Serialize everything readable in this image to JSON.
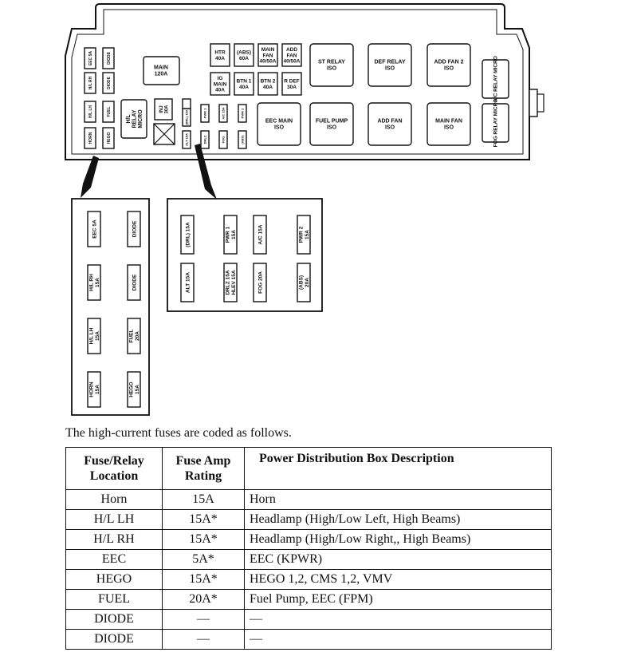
{
  "diagram": {
    "main_box": {
      "main_fuse": [
        "MAIN",
        "120A"
      ],
      "left_column_labels": [
        "EEC 5A",
        "DIODE",
        "H/L RH",
        "DIODE",
        "H/L LH",
        "FUEL",
        "HORN",
        "HEGO"
      ],
      "hl_relay": [
        "H/L",
        "RELAY",
        "MICRO"
      ],
      "inj": [
        "INJ",
        "30A"
      ],
      "small_fuses_top_row": [
        [
          "HTR",
          "40A"
        ],
        [
          "(ABS)",
          "60A"
        ],
        [
          "MAIN",
          "FAN",
          "40/50A"
        ],
        [
          "ADD",
          "FAN",
          "40/50A"
        ]
      ],
      "small_fuses_bottom_row": [
        [
          "IG",
          "MAIN",
          "40A"
        ],
        [
          "BTN 1",
          "40A"
        ],
        [
          "BTN 2",
          "40A"
        ],
        [
          "R DEF",
          "30A"
        ]
      ],
      "relays_top": [
        [
          "ST RELAY",
          "ISO"
        ],
        [
          "DEF RELAY",
          "ISO"
        ],
        [
          "ADD FAN 2",
          "ISO"
        ]
      ],
      "relays_bottom": [
        [
          "EEC MAIN",
          "ISO"
        ],
        [
          "FUEL PUMP",
          "ISO"
        ],
        [
          "ADD FAN",
          "ISO"
        ],
        [
          "MAIN FAN",
          "ISO"
        ]
      ],
      "side_relays": [
        "A/C RELAY MICRO",
        "FOG RELAY MICRO"
      ],
      "center_small_labels": [
        "(DRL) 15A",
        "PWR 1",
        "A/C 15A",
        "PWR 2",
        "ALT 15A",
        "DRLZ",
        "FOG",
        "(ABS)"
      ]
    },
    "detail_left": [
      [
        [
          "EEC 5A"
        ],
        [
          "DIODE"
        ]
      ],
      [
        [
          "H/L RH",
          "15A"
        ],
        [
          "DIODE"
        ]
      ],
      [
        [
          "H/L LH",
          "15A"
        ],
        [
          "FUEL",
          "20A"
        ]
      ],
      [
        [
          "HORN",
          "15A"
        ],
        [
          "HEGO",
          "15A"
        ]
      ]
    ],
    "detail_right": [
      [
        [
          "(DRL) 15A"
        ],
        [
          "PWR 1",
          "15A"
        ],
        [
          "A/C 15A"
        ],
        [
          "PWR 2",
          "15A"
        ]
      ],
      [
        [
          "ALT 15A"
        ],
        [
          "DRLZ 15A",
          "HLEV 15A"
        ],
        [
          "FOG 20A"
        ],
        [
          "(ABS)",
          "20A"
        ]
      ]
    ]
  },
  "caption": "The high-current fuses are coded as follows.",
  "table": {
    "headers": [
      "Fuse/Relay Location",
      "Fuse Amp Rating",
      "Power Distribution Box Description"
    ],
    "rows": [
      [
        "Horn",
        "15A",
        "Horn"
      ],
      [
        "H/L LH",
        "15A*",
        "Headlamp (High/Low Left, High Beams)"
      ],
      [
        "H/L RH",
        "15A*",
        "Headlamp (High/Low Right,, High Beams)"
      ],
      [
        "EEC",
        "5A*",
        "EEC (KPWR)"
      ],
      [
        "HEGO",
        "15A*",
        "HEGO 1,2, CMS 1,2, VMV"
      ],
      [
        "FUEL",
        "20A*",
        "Fuel Pump, EEC (FPM)"
      ],
      [
        "DIODE",
        "—",
        "—"
      ],
      [
        "DIODE",
        "—",
        "—"
      ]
    ]
  }
}
